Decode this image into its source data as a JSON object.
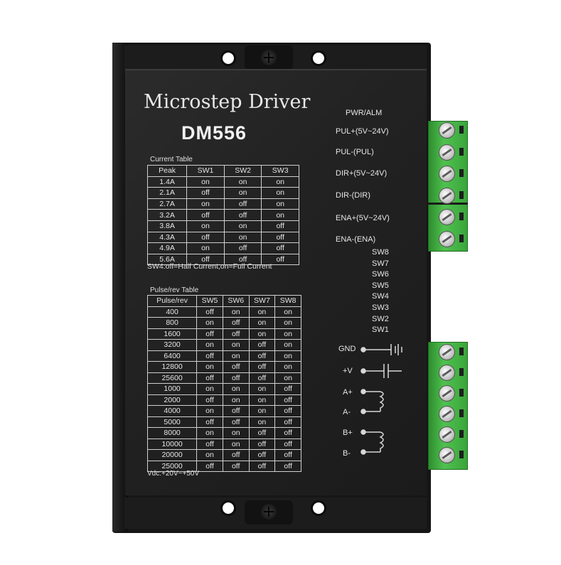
{
  "panel": {
    "title": "Microstep Driver",
    "model": "DM556"
  },
  "current_table": {
    "caption": "Current Table",
    "headers": [
      "Peak",
      "SW1",
      "SW2",
      "SW3"
    ],
    "rows": [
      [
        "1.4A",
        "on",
        "on",
        "on"
      ],
      [
        "2.1A",
        "off",
        "on",
        "on"
      ],
      [
        "2.7A",
        "on",
        "off",
        "on"
      ],
      [
        "3.2A",
        "off",
        "off",
        "on"
      ],
      [
        "3.8A",
        "on",
        "on",
        "off"
      ],
      [
        "4.3A",
        "off",
        "on",
        "off"
      ],
      [
        "4.9A",
        "on",
        "off",
        "off"
      ],
      [
        "5.6A",
        "off",
        "off",
        "off"
      ]
    ],
    "note": "SW4:off=Half Current;on=Full Current"
  },
  "pulse_table": {
    "caption": "Pulse/rev Table",
    "headers": [
      "Pulse/rev",
      "SW5",
      "SW6",
      "SW7",
      "SW8"
    ],
    "rows": [
      [
        "400",
        "off",
        "on",
        "on",
        "on"
      ],
      [
        "800",
        "on",
        "off",
        "on",
        "on"
      ],
      [
        "1600",
        "off",
        "off",
        "on",
        "on"
      ],
      [
        "3200",
        "on",
        "on",
        "off",
        "on"
      ],
      [
        "6400",
        "off",
        "on",
        "off",
        "on"
      ],
      [
        "12800",
        "on",
        "off",
        "off",
        "on"
      ],
      [
        "25600",
        "off",
        "off",
        "off",
        "on"
      ],
      [
        "1000",
        "on",
        "on",
        "on",
        "off"
      ],
      [
        "2000",
        "off",
        "on",
        "on",
        "off"
      ],
      [
        "4000",
        "on",
        "off",
        "on",
        "off"
      ],
      [
        "5000",
        "off",
        "off",
        "on",
        "off"
      ],
      [
        "8000",
        "on",
        "on",
        "off",
        "off"
      ],
      [
        "10000",
        "off",
        "on",
        "off",
        "off"
      ],
      [
        "20000",
        "on",
        "off",
        "off",
        "off"
      ],
      [
        "25000",
        "off",
        "off",
        "off",
        "off"
      ]
    ],
    "supply": "Vdc:+20V~+50V"
  },
  "signal_labels": {
    "pwr_alm": "PWR/ALM",
    "pul_plus": "PUL+(5V~24V)",
    "pul_minus": "PUL-(PUL)",
    "dir_plus": "DIR+(5V~24V)",
    "dir_minus": "DIR-(DIR)",
    "ena_plus": "ENA+(5V~24V)",
    "ena_minus": "ENA-(ENA)"
  },
  "switch_labels": [
    "SW8",
    "SW7",
    "SW6",
    "SW5",
    "SW4",
    "SW3",
    "SW2",
    "SW1"
  ],
  "power_labels": {
    "gnd": "GND",
    "vplus": "+V",
    "a_plus": "A+",
    "a_minus": "A-",
    "b_plus": "B+",
    "b_minus": "B-"
  },
  "colors": {
    "housing": "#161616",
    "panel": "#222222",
    "terminal_green": "#4fc14f",
    "text": "#e6e6e6"
  }
}
